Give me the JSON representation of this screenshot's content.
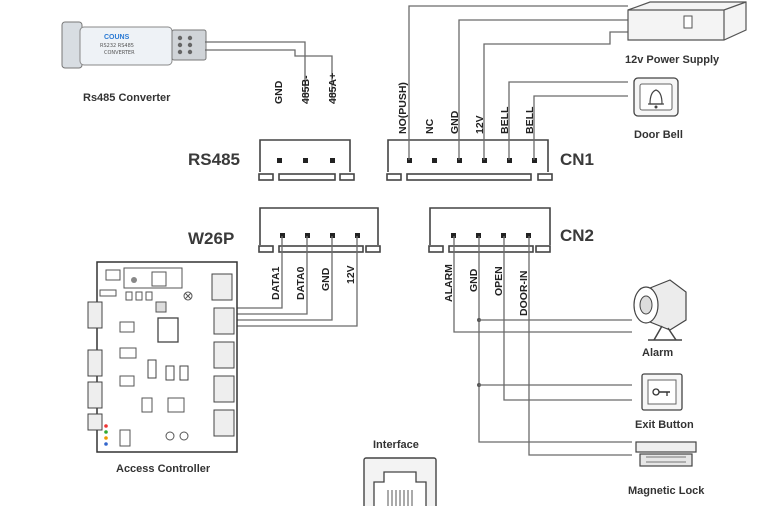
{
  "devices": {
    "rs485_converter": "Rs485 Converter",
    "converter_brand": "COUNS",
    "converter_text1": "RS232   RS485",
    "converter_text2": "CONVERTER",
    "power_supply": "12v Power Supply",
    "door_bell": "Door Bell",
    "alarm": "Alarm",
    "exit_button": "Exit Button",
    "magnetic_lock": "Magnetic  Lock",
    "access_controller": "Access Controller",
    "interface": "Interface"
  },
  "connectors": {
    "rs485": {
      "name": "RS485",
      "pins": [
        "GND",
        "485B-",
        "485A+"
      ]
    },
    "cn1": {
      "name": "CN1",
      "pins": [
        "NO(PUSH)",
        "NC",
        "GND",
        "12V",
        "BELL",
        "BELL"
      ]
    },
    "w26p": {
      "name": "W26P",
      "pins": [
        "DATA1",
        "DATA0",
        "GND",
        "12V"
      ]
    },
    "cn2": {
      "name": "CN2",
      "pins": [
        "ALARM",
        "GND",
        "OPEN",
        "DOOR-IN"
      ]
    }
  }
}
